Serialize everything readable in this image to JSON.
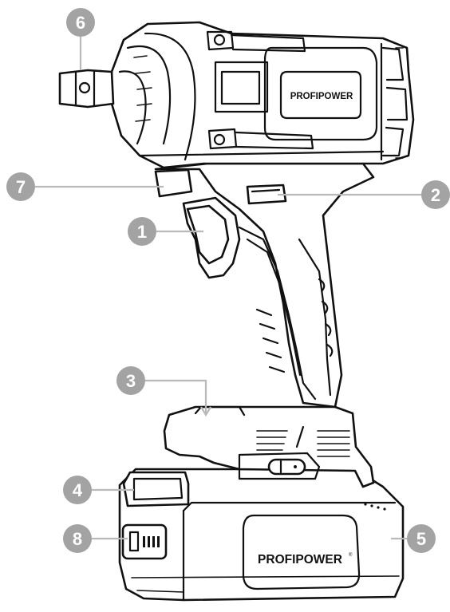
{
  "brand": {
    "motor_label": "PROFIPOWER",
    "battery_label": "PROFIPOWER",
    "trademark": "®"
  },
  "callouts": [
    {
      "id": "1",
      "label": "1"
    },
    {
      "id": "2",
      "label": "2"
    },
    {
      "id": "3",
      "label": "3"
    },
    {
      "id": "4",
      "label": "4"
    },
    {
      "id": "5",
      "label": "5"
    },
    {
      "id": "6",
      "label": "6"
    },
    {
      "id": "7",
      "label": "7"
    },
    {
      "id": "8",
      "label": "8"
    }
  ],
  "colors": {
    "outline": "#111111",
    "callout_bubble": "#a3a3a3",
    "leader_line": "#b9b9b9",
    "background": "#ffffff"
  }
}
